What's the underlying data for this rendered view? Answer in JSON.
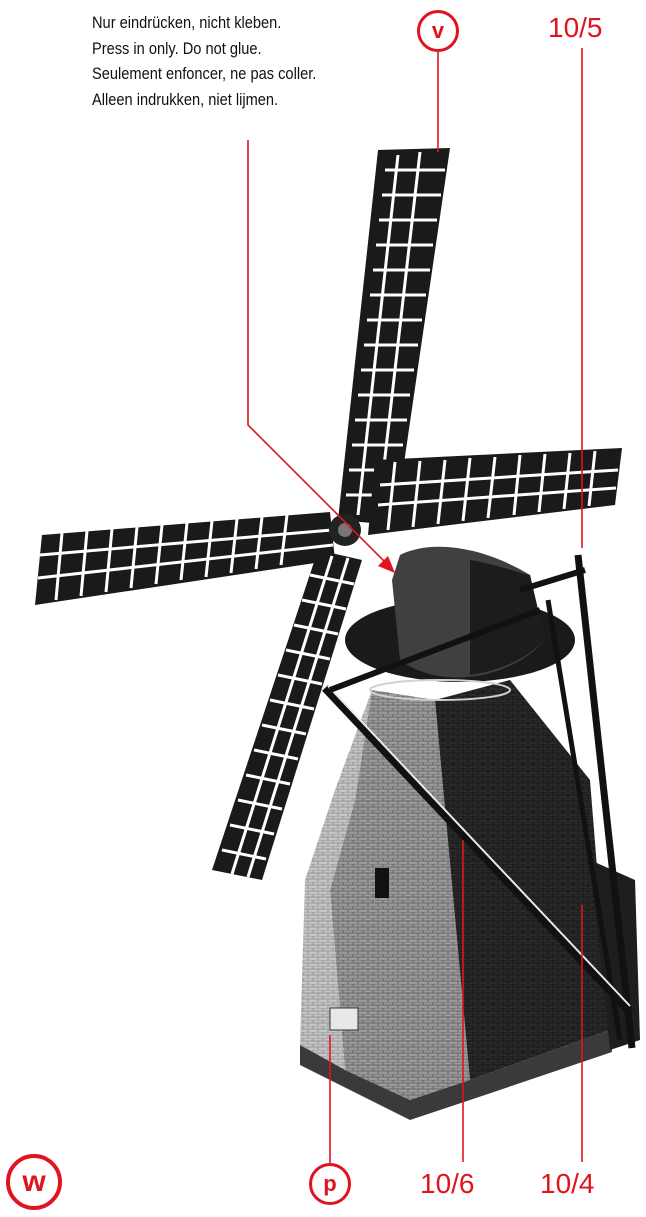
{
  "instruction_note": {
    "lines": [
      "Nur eindrücken, nicht kleben.",
      "Press in only. Do not glue.",
      "Seulement enfoncer, ne pas coller.",
      "Alleen indrukken, niet lijmen."
    ]
  },
  "callouts": {
    "v": "v",
    "p": "p",
    "w": "w",
    "part_10_5": "10/5",
    "part_10_6": "10/6",
    "part_10_4": "10/4"
  },
  "colors": {
    "accent": "#e0141e",
    "ink": "#111111"
  },
  "illustration": "windmill-model"
}
